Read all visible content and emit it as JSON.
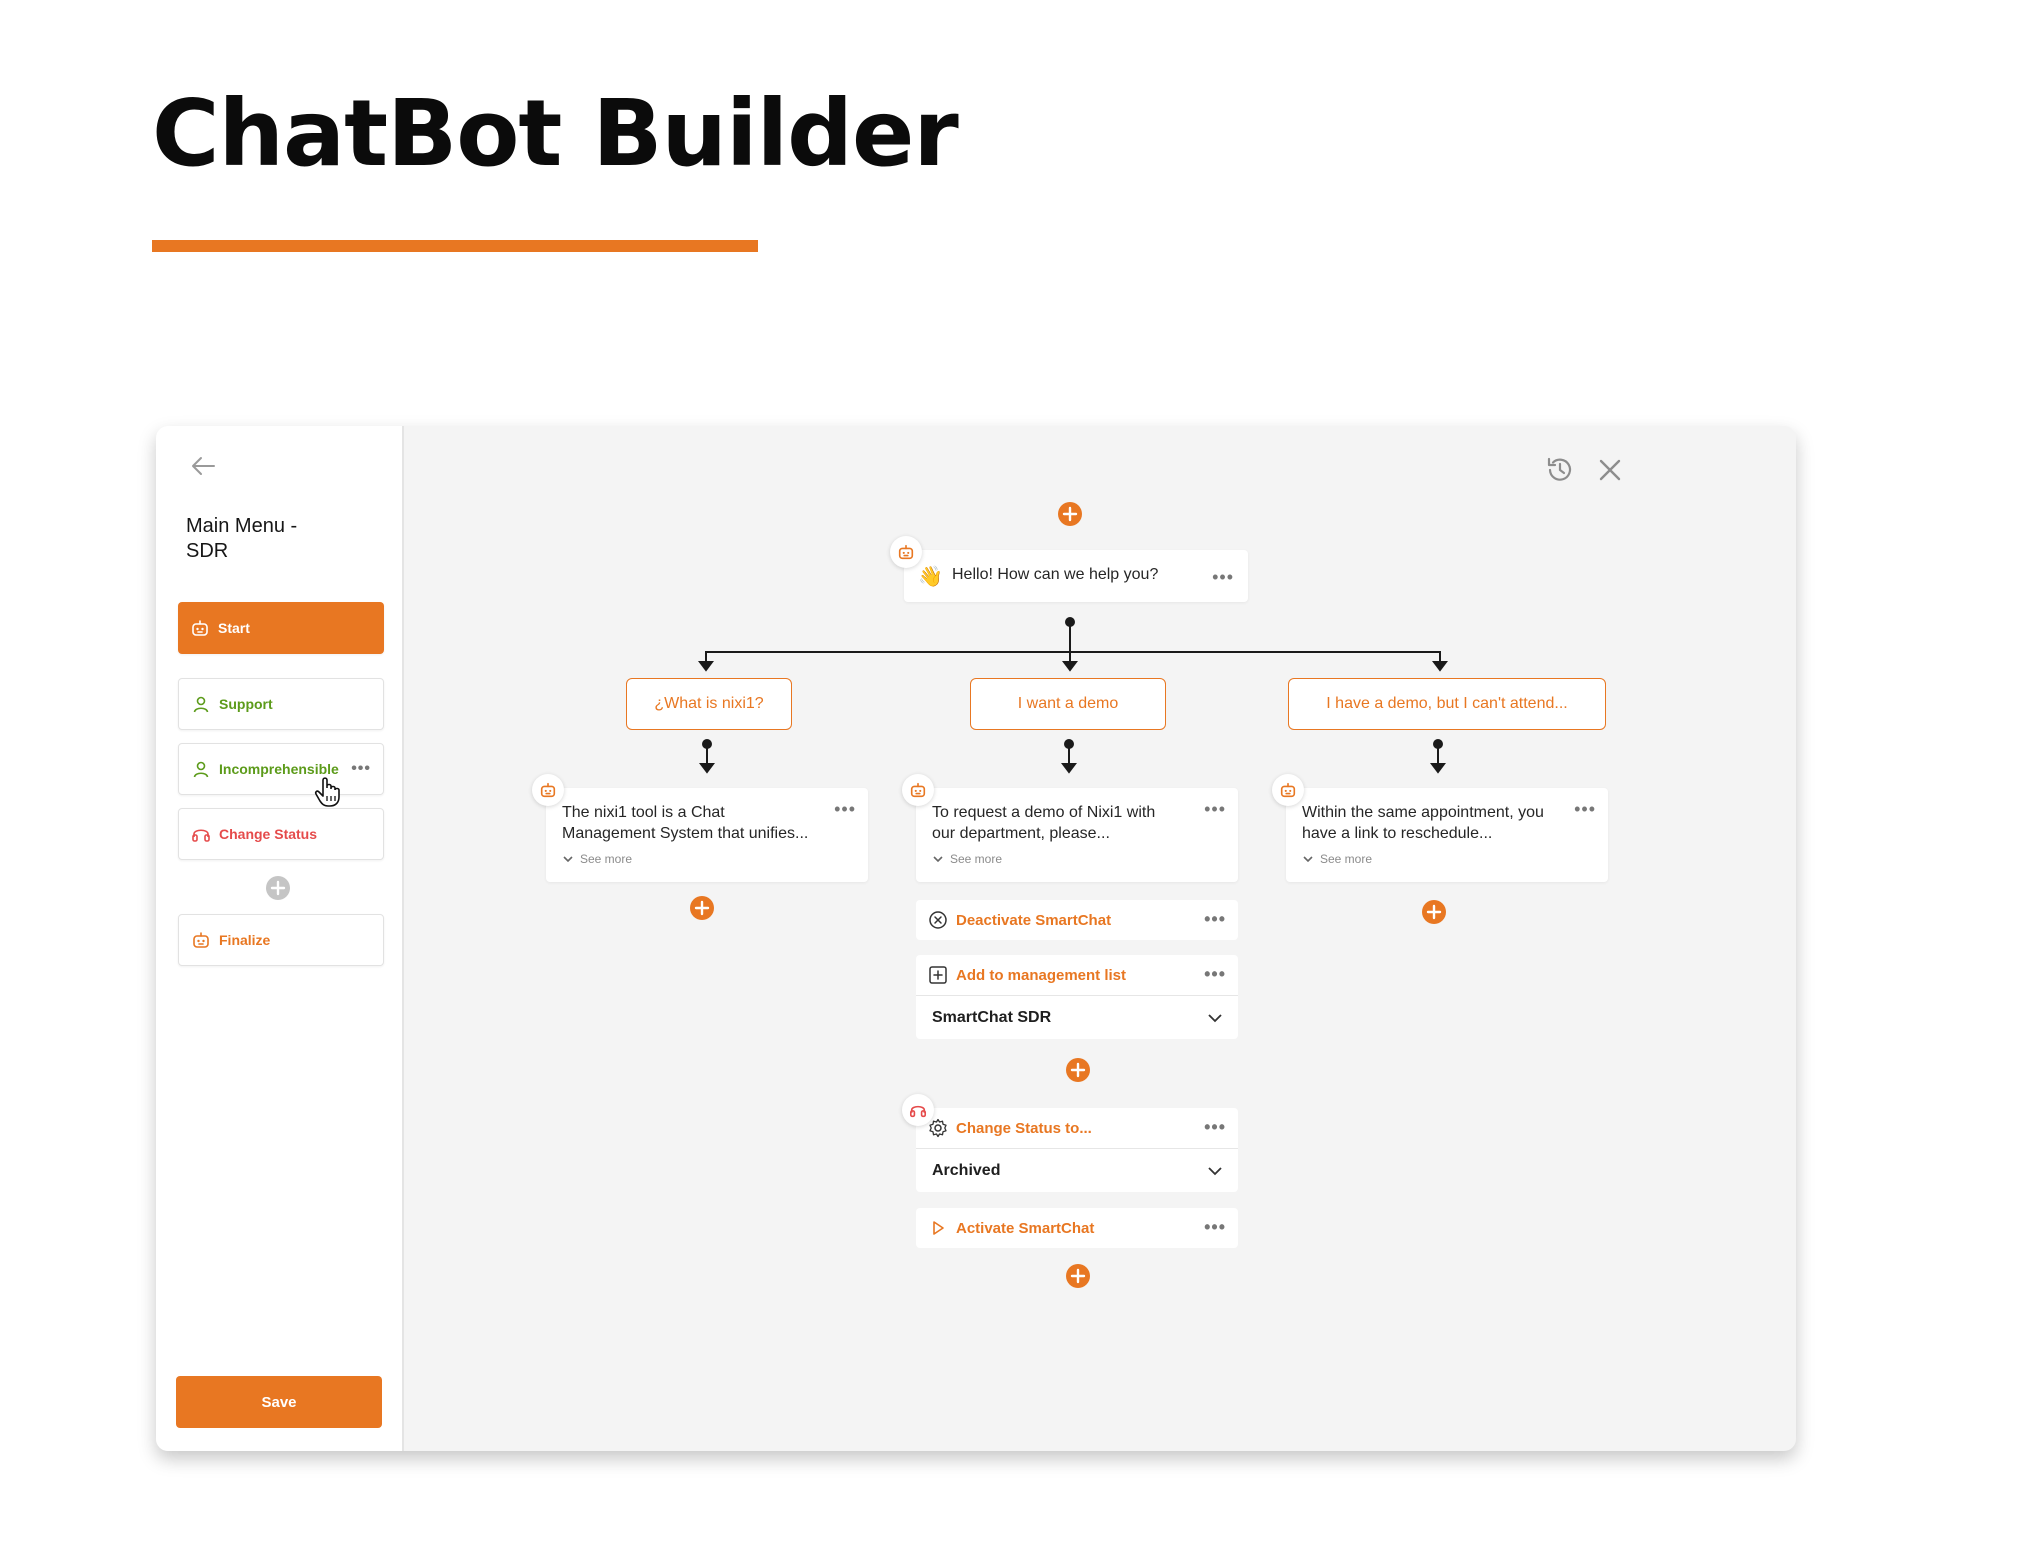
{
  "page": {
    "title": "ChatBot Builder"
  },
  "colors": {
    "accent": "#e87722",
    "green": "#5c9b1a",
    "red": "#e54b4b",
    "gray": "#c5c5c5"
  },
  "sidebar": {
    "title": "Main Menu -\nSDR",
    "items": [
      {
        "label": "Start",
        "icon": "robot-icon",
        "state": "active"
      },
      {
        "label": "Support",
        "icon": "user-icon"
      },
      {
        "label": "Incomprehensible",
        "icon": "user-icon"
      },
      {
        "label": "Change Status",
        "icon": "headset-icon"
      },
      {
        "label": "Finalize",
        "icon": "robot-icon"
      }
    ],
    "more": "•••",
    "save_label": "Save"
  },
  "flow": {
    "greeting": {
      "emoji": "👋",
      "text": "Hello! How can we help you?"
    },
    "options": [
      {
        "label": "¿What is nixi1?"
      },
      {
        "label": "I want a demo"
      },
      {
        "label": "I have a demo, but I can't attend..."
      }
    ],
    "responses": [
      {
        "text": "The nixi1 tool is a Chat\nManagement System that unifies...",
        "see_more": "See more"
      },
      {
        "text": "To request a demo of Nixi1 with\nour department, please...",
        "see_more": "See more"
      },
      {
        "text": "Within the same appointment, you\nhave a link to reschedule...",
        "see_more": "See more"
      }
    ],
    "actions": {
      "deactivate": "Deactivate SmartChat",
      "add_list": "Add to management list",
      "add_list_value": "SmartChat SDR",
      "change_status": "Change Status to...",
      "change_status_value": "Archived",
      "activate": "Activate SmartChat"
    },
    "more": "•••"
  }
}
